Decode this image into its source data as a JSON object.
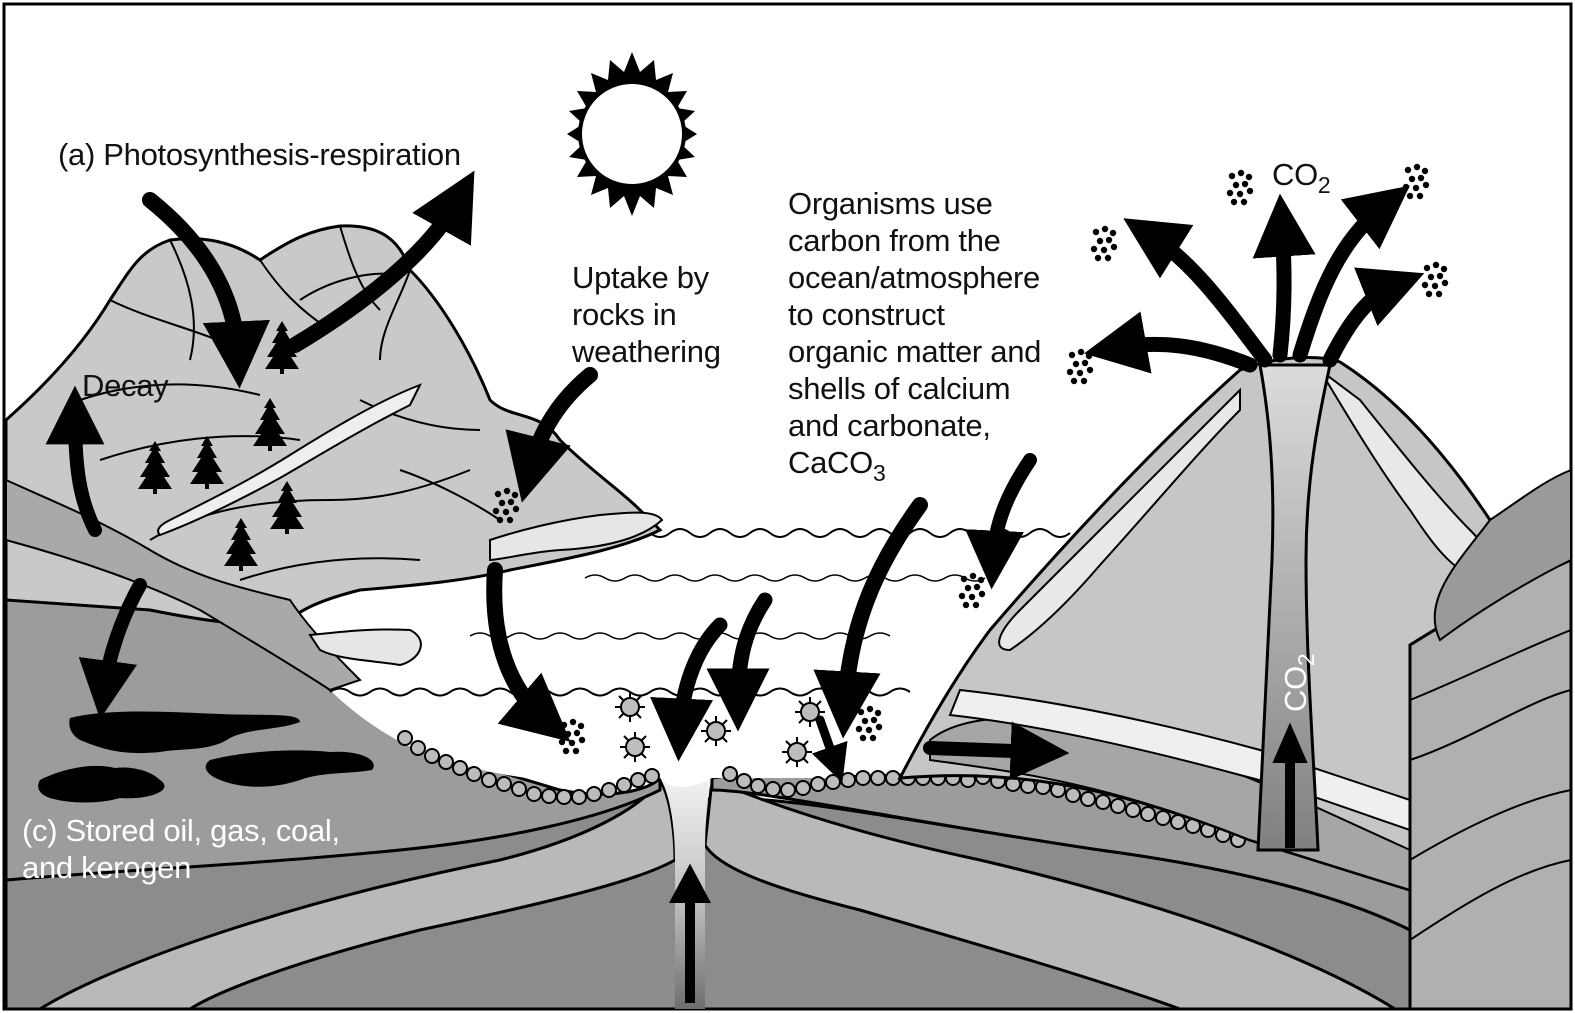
{
  "labels": {
    "photosynthesis": "(a) Photosynthesis-respiration",
    "decay": "Decay",
    "uptake_lines": [
      "Uptake by",
      "rocks in",
      "weathering"
    ],
    "organisms_lines": [
      "Organisms use",
      "carbon from the",
      "ocean/atmosphere",
      "to construct",
      "organic matter and",
      "shells of calcium",
      "and carbonate,"
    ],
    "caco3_prefix": "CaCO",
    "caco3_sub": "3",
    "co2_air_prefix": "CO",
    "co2_air_sub": "2",
    "co2_vent_prefix": "CO",
    "co2_vent_sub": "2",
    "stored_lines": [
      "(c) Stored oil, gas, coal,",
      "and kerogen"
    ]
  },
  "colors": {
    "outline": "#000000",
    "land_light": "#cfcfcf",
    "land_mid": "#a9a9a9",
    "land_dark": "#8a8a8a",
    "ocean": "#ffffff",
    "crust": "#b5b5b5",
    "mantle": "#7f7f7f",
    "magma": "#9a9a9a",
    "fossil_fuel": "#000000"
  }
}
